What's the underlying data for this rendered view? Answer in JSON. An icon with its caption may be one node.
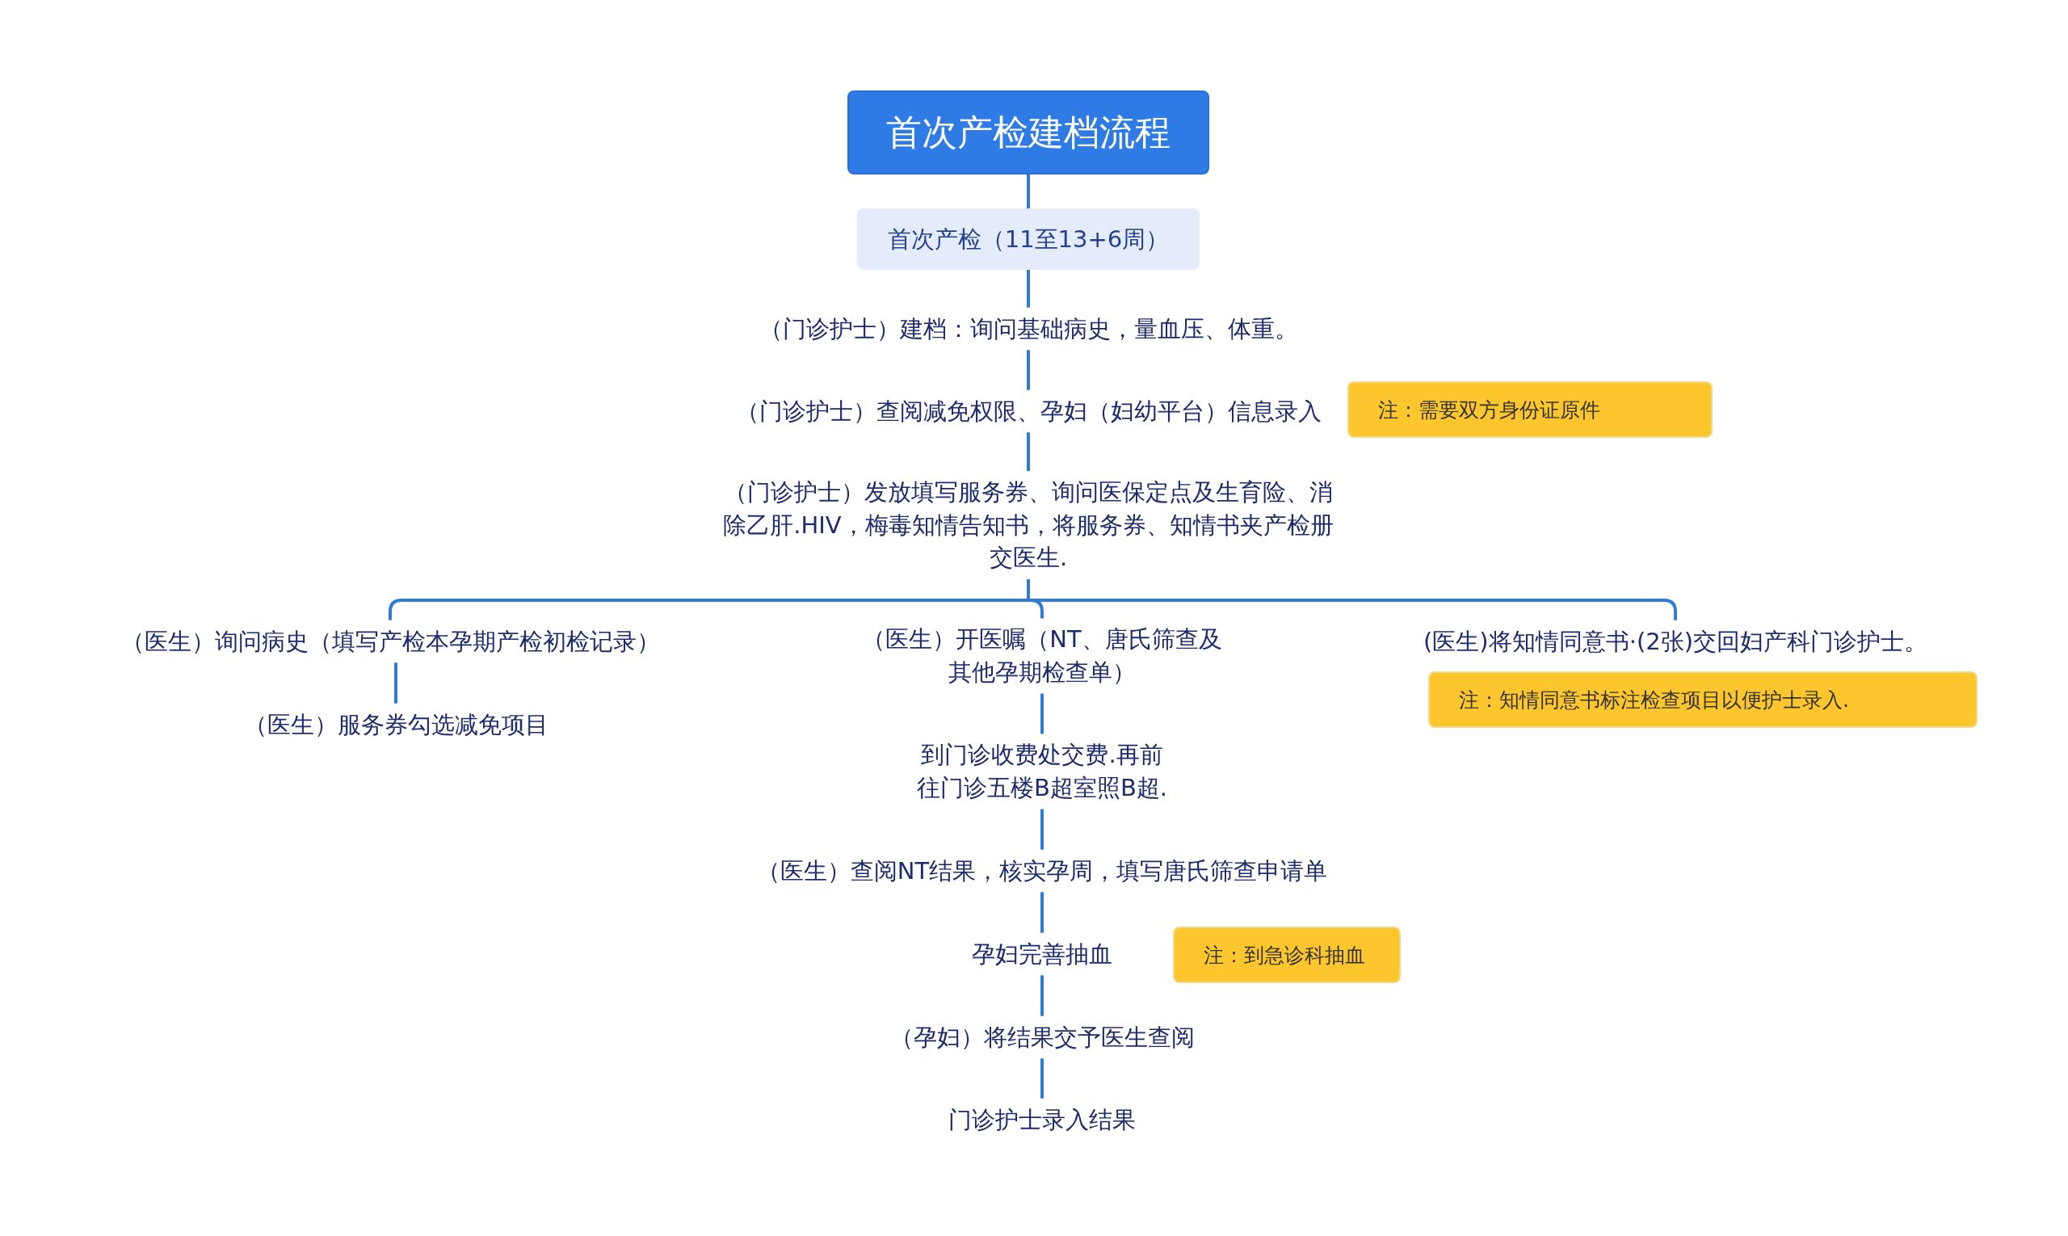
{
  "diagram": {
    "nodes": [
      {
        "text": [
          "首次产检建档流程"
        ]
      },
      {
        "text": [
          "首次产检（11至13+6周）"
        ]
      },
      {
        "text": [
          "（门诊护士）建档：询问基础病史，量血压、体重。"
        ]
      },
      {
        "text": [
          "（门诊护士）查阅减免权限、孕妇（妇幼平台）信息录入"
        ]
      },
      {
        "text": [
          "注：需要双方身份证原件"
        ]
      },
      {
        "text": [
          "（门诊护士）发放填写服务券、询问医保定点及生育险、消除乙肝.HIV，梅毒知情告知书，将服务券、知情书夹产检册交医生."
        ]
      },
      {
        "text": [
          "（医生）询问病史（填写产检本孕期产检初检记录）"
        ]
      },
      {
        "text": [
          "（医生）服务券勾选减免项目"
        ]
      },
      {
        "text": [
          "（医生）开医嘱（NT、唐氏筛查及其他孕期检查单）"
        ]
      },
      {
        "text": [
          "到门诊收费处交费.再前往门诊五楼B超室照B超."
        ]
      },
      {
        "text": [
          "（医生）查阅NT结果，核实孕周，填写唐氏筛查申请单"
        ]
      },
      {
        "text": [
          "孕妇完善抽血"
        ]
      },
      {
        "text": [
          "注：到急诊科抽血"
        ]
      },
      {
        "text": [
          "（孕妇）将结果交予医生查阅"
        ]
      },
      {
        "text": [
          "门诊护士录入结果"
        ]
      },
      {
        "text": [
          "(医生)将知情同意书·(2张)交回妇产科门诊护士。"
        ]
      },
      {
        "text": [
          "注：知情同意书标注检查项目以便护士录入."
        ]
      }
    ],
    "edges": [
      {
        "from": 0,
        "to": 1,
        "arrow": "none"
      },
      {
        "from": 1,
        "to": 2,
        "arrow": "none"
      },
      {
        "from": 2,
        "to": 3,
        "arrow": "none"
      },
      {
        "from": 3,
        "to": 5,
        "arrow": "none"
      },
      {
        "from": 5,
        "to": 6,
        "arrow": "none"
      },
      {
        "from": 5,
        "to": 8,
        "arrow": "none"
      },
      {
        "from": 5,
        "to": 15,
        "arrow": "none"
      },
      {
        "from": 6,
        "to": 7,
        "arrow": "none"
      },
      {
        "from": 8,
        "to": 9,
        "arrow": "none"
      },
      {
        "from": 9,
        "to": 10,
        "arrow": "none"
      },
      {
        "from": 10,
        "to": 11,
        "arrow": "none"
      },
      {
        "from": 11,
        "to": 13,
        "arrow": "none"
      },
      {
        "from": 13,
        "to": 14,
        "arrow": "none"
      }
    ]
  }
}
